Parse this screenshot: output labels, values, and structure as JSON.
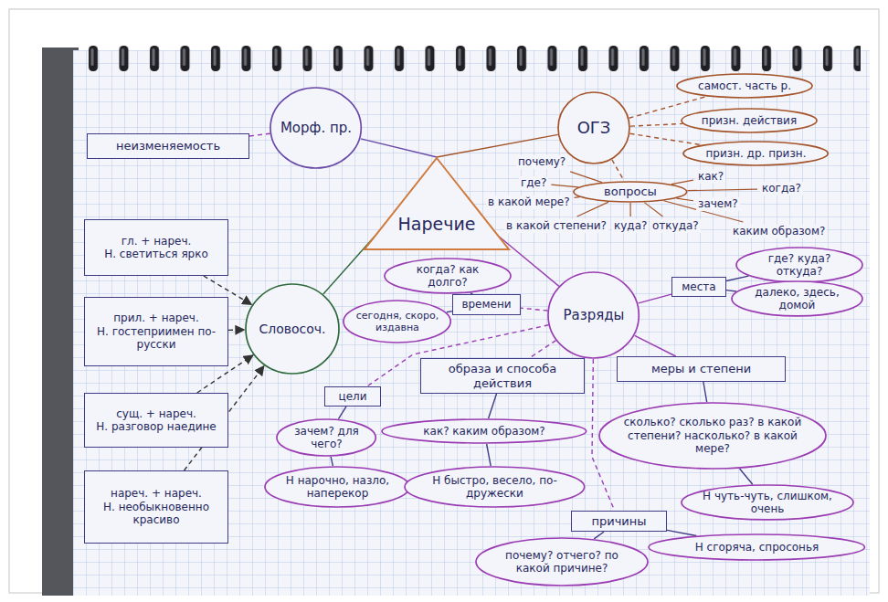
{
  "diagram": {
    "nodes": [
      {
        "text": [
          "Морф. пр."
        ]
      },
      {
        "text": [
          "неизменяемость"
        ]
      },
      {
        "text": [
          "ОГЗ"
        ]
      },
      {
        "text": [
          "самост. часть р."
        ]
      },
      {
        "text": [
          "призн. действия"
        ]
      },
      {
        "text": [
          "призн. др. призн."
        ]
      },
      {
        "text": [
          "вопросы"
        ]
      },
      {
        "text": [
          "Наречие"
        ]
      },
      {
        "text": [
          "гл. + нареч.",
          "Н. светиться ярко"
        ]
      },
      {
        "text": [
          "прил. + нареч.",
          "Н. гостеприимен по-русски"
        ]
      },
      {
        "text": [
          "сущ. + нареч.",
          "Н. разговор наедине"
        ]
      },
      {
        "text": [
          "нареч. + нареч.",
          "Н. необыкновенно красиво"
        ]
      },
      {
        "text": [
          "Словосоч."
        ]
      },
      {
        "text": [
          "когда? как долго?"
        ]
      },
      {
        "text": [
          "времени"
        ]
      },
      {
        "text": [
          "сегодня, скоро, издавна"
        ]
      },
      {
        "text": [
          "Разряды"
        ]
      },
      {
        "text": [
          "места"
        ]
      },
      {
        "text": [
          "где? куда? откуда?"
        ]
      },
      {
        "text": [
          "далеко, здесь, домой"
        ]
      },
      {
        "text": [
          "образа и способа действия"
        ]
      },
      {
        "text": [
          "меры и степени"
        ]
      },
      {
        "text": [
          "цели"
        ]
      },
      {
        "text": [
          "зачем? для чего?"
        ]
      },
      {
        "text": [
          "как? каким образом?"
        ]
      },
      {
        "text": [
          "Н нарочно, назло, наперекор"
        ]
      },
      {
        "text": [
          "Н быстро, весело, по-дружески"
        ]
      },
      {
        "text": [
          "сколько? сколько раз? в какой степени? насколько? в какой мере?"
        ]
      },
      {
        "text": [
          "Н чуть-чуть, слишком, очень"
        ]
      },
      {
        "text": [
          "причины"
        ]
      },
      {
        "text": [
          "почему? отчего? по какой причине?"
        ]
      },
      {
        "text": [
          "Н сгоряча, спросонья"
        ]
      }
    ],
    "edges": [
      {
        "from": 7,
        "to": 0,
        "arrow": "none"
      },
      {
        "from": 0,
        "to": 1,
        "arrow": "none"
      },
      {
        "from": 7,
        "to": 2,
        "arrow": "none"
      },
      {
        "from": 2,
        "to": 3,
        "arrow": "none"
      },
      {
        "from": 2,
        "to": 4,
        "arrow": "none"
      },
      {
        "from": 2,
        "to": 5,
        "arrow": "none"
      },
      {
        "from": 2,
        "to": 6,
        "arrow": "none"
      },
      {
        "from": 7,
        "to": 12,
        "arrow": "none"
      },
      {
        "from": 8,
        "to": 12,
        "arrow": "to"
      },
      {
        "from": 9,
        "to": 12,
        "arrow": "to"
      },
      {
        "from": 10,
        "to": 12,
        "arrow": "to"
      },
      {
        "from": 11,
        "to": 12,
        "arrow": "to"
      },
      {
        "from": 7,
        "to": 16,
        "arrow": "none"
      },
      {
        "from": 16,
        "to": 14,
        "arrow": "none"
      },
      {
        "from": 14,
        "to": 13,
        "arrow": "none"
      },
      {
        "from": 14,
        "to": 15,
        "arrow": "none"
      },
      {
        "from": 16,
        "to": 17,
        "arrow": "none"
      },
      {
        "from": 17,
        "to": 18,
        "arrow": "none"
      },
      {
        "from": 17,
        "to": 19,
        "arrow": "none"
      },
      {
        "from": 16,
        "to": 20,
        "arrow": "none"
      },
      {
        "from": 20,
        "to": 24,
        "arrow": "none"
      },
      {
        "from": 24,
        "to": 26,
        "arrow": "none"
      },
      {
        "from": 16,
        "to": 21,
        "arrow": "none"
      },
      {
        "from": 21,
        "to": 27,
        "arrow": "none"
      },
      {
        "from": 27,
        "to": 28,
        "arrow": "none"
      },
      {
        "from": 16,
        "to": 22,
        "arrow": "none"
      },
      {
        "from": 22,
        "to": 23,
        "arrow": "none"
      },
      {
        "from": 23,
        "to": 25,
        "arrow": "none"
      },
      {
        "from": 16,
        "to": 29,
        "arrow": "none"
      },
      {
        "from": 29,
        "to": 30,
        "arrow": "none"
      },
      {
        "from": 29,
        "to": 31,
        "arrow": "none"
      }
    ],
    "labels": [
      "почему?",
      "где?",
      "в какой мере?",
      "в какой степени?",
      "куда?",
      "как?",
      "зачем?",
      "когда?",
      "откуда?",
      "каким образом?"
    ]
  }
}
